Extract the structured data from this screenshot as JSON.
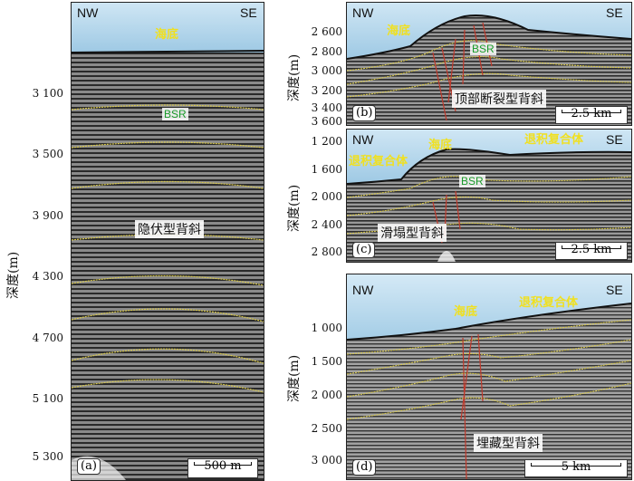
{
  "panel_a": {
    "direction_left": "NW",
    "direction_right": "SE",
    "seafloor_label": "海底",
    "bsr_label": "BSR",
    "structure_label": "隐伏型背斜",
    "panel_label": "(a)",
    "scale_label": "500 m",
    "y_axis_label": "深度(m)",
    "depth_ticks": [
      "3 100",
      "3 500",
      "3 900",
      "4 300",
      "4 700",
      "5 100",
      "5 300"
    ]
  },
  "panel_b": {
    "direction_left": "NW",
    "direction_right": "SE",
    "seafloor_label": "海底",
    "bsr_label": "BSR",
    "structure_label": "顶部断裂型背斜",
    "panel_label": "(b)",
    "scale_label": "2.5 km",
    "y_axis_label": "深度(m)",
    "depth_ticks": [
      "2 600",
      "2 800",
      "3 000",
      "3 200",
      "3 400",
      "3 600"
    ]
  },
  "panel_c": {
    "direction_left": "NW",
    "direction_right": "SE",
    "seafloor_label": "海底",
    "retro_label_left": "退积复合体",
    "retro_label_right": "退积复合体",
    "bsr_label": "BSR",
    "structure_label": "滑塌型背斜",
    "panel_label": "(c)",
    "scale_label": "2.5 km",
    "y_axis_label": "深度(m)",
    "depth_ticks": [
      "1 200",
      "1 600",
      "2 000",
      "2 400",
      "2 800"
    ]
  },
  "panel_d": {
    "direction_left": "NW",
    "direction_right": "SE",
    "seafloor_label": "海底",
    "retro_label": "退积复合体",
    "structure_label": "埋藏型背斜",
    "panel_label": "(d)",
    "scale_label": "5 km",
    "y_axis_label": "深度(m)",
    "depth_ticks": [
      "1 000",
      "1 500",
      "2 000",
      "2 500",
      "3 000"
    ]
  }
}
